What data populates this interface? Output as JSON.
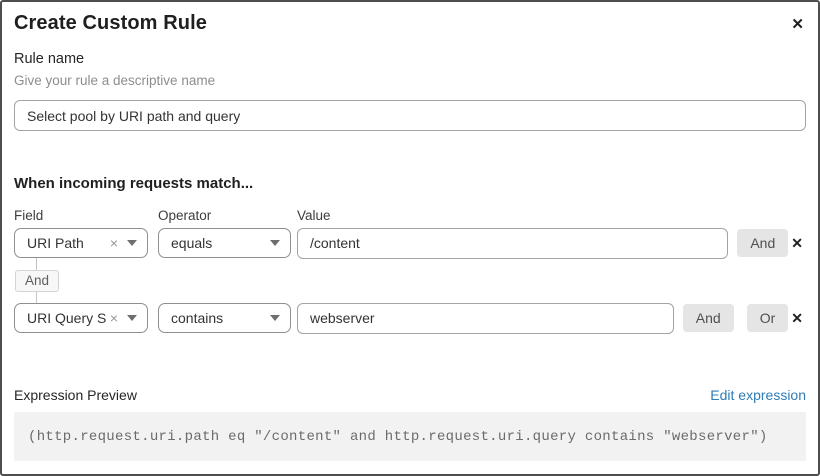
{
  "modal": {
    "title": "Create Custom Rule"
  },
  "icons": {
    "close": "✕",
    "remove_row": "✕",
    "clear_selection": "×"
  },
  "rule_name": {
    "label": "Rule name",
    "hint": "Give your rule a descriptive name",
    "value": "Select pool by URI path and query"
  },
  "matcher": {
    "heading": "When incoming requests match...",
    "columns": {
      "field": "Field",
      "operator": "Operator",
      "value": "Value"
    },
    "connector_label": "And",
    "rows": [
      {
        "field": "URI Path",
        "operator": "equals",
        "value": "/content",
        "buttons": [
          "And"
        ]
      },
      {
        "field": "URI Query St...",
        "operator": "contains",
        "value": "webserver",
        "buttons": [
          "And",
          "Or"
        ]
      }
    ]
  },
  "expression": {
    "label": "Expression Preview",
    "edit_link": "Edit expression",
    "code": "(http.request.uri.path eq \"/content\" and http.request.uri.query contains \"webserver\")"
  },
  "colors": {
    "modal_border": "#4e4e4e",
    "link_blue": "#2e7cb8",
    "button_gray": "#e5e5e5",
    "code_background": "#f2f2f2",
    "code_text": "#6b6b6b",
    "hint_gray": "#8d8d8d"
  }
}
